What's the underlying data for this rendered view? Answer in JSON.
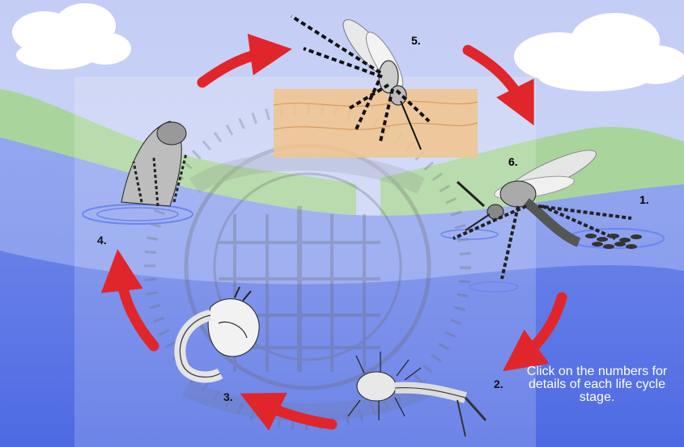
{
  "stages": [
    {
      "id": "stage-1",
      "label": "1.",
      "name": "eggs"
    },
    {
      "id": "stage-2",
      "label": "2.",
      "name": "larva"
    },
    {
      "id": "stage-3",
      "label": "3.",
      "name": "pupa"
    },
    {
      "id": "stage-4",
      "label": "4.",
      "name": "emerging adult"
    },
    {
      "id": "stage-5",
      "label": "5.",
      "name": "adult feeding"
    },
    {
      "id": "stage-6",
      "label": "6.",
      "name": "adult laying eggs"
    }
  ],
  "instructions": "Click on the numbers for details of each life cycle stage.",
  "icons": [
    "cloud-icon",
    "arrow-icon",
    "mosquito-icon",
    "larva-icon",
    "pupa-icon",
    "eggs-icon",
    "watermark-seal"
  ],
  "colors": {
    "sky": "#c9d3f7",
    "hill": "#a8d49a",
    "water_light": "#8fa3ee",
    "water_dark": "#5772e6",
    "skin": "#f2c48c",
    "arrow": "#e0262a"
  }
}
